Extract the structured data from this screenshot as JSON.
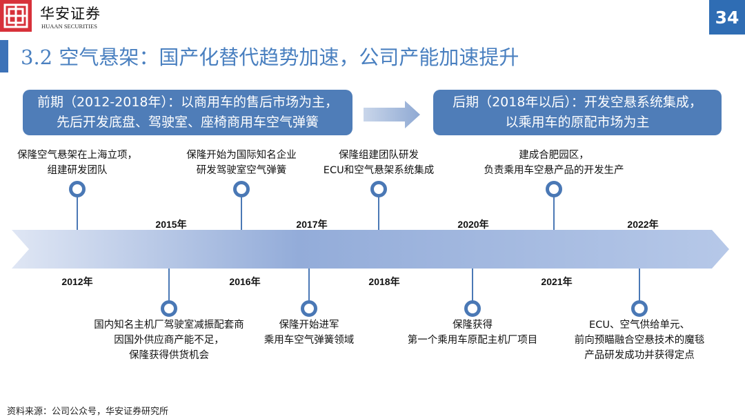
{
  "header": {
    "logo_cn": "华安证券",
    "logo_en": "HUAAN SECURITIES",
    "page_number": "34"
  },
  "title": "3.2 空气悬架：国产化替代趋势加速，公司产能加速提升",
  "phases": [
    {
      "line1": "前期（2012-2018年）：以商用车的售后市场为主，",
      "line2": "先后开发底盘、驾驶室、座椅商用车空气弹簧"
    },
    {
      "line1": "后期（2018年以后）：开发空悬系统集成，",
      "line2": "以乘用车的原配市场为主"
    }
  ],
  "top_events": [
    {
      "lines": [
        "保隆空气悬架在上海立项，",
        "组建研发团队"
      ]
    },
    {
      "lines": [
        "保隆开始为国际知名企业",
        "研发驾驶室空气弹簧"
      ]
    },
    {
      "lines": [
        "保隆组建团队研发",
        "ECU和空气悬架系统集成"
      ]
    },
    {
      "lines": [
        "建成合肥园区，",
        "负责乘用车空悬产品的开发生产"
      ]
    }
  ],
  "bottom_events": [
    {
      "lines": [
        "国内知名主机厂驾驶室减振配套商",
        "因国外供应商产能不足，",
        "保隆获得供货机会"
      ]
    },
    {
      "lines": [
        "保隆开始进军",
        "乘用车空气弹簧领域"
      ]
    },
    {
      "lines": [
        "保隆获得",
        "第一个乘用车原配主机厂项目"
      ]
    },
    {
      "lines": [
        "ECU、空气供给单元、",
        "前向预瞄融合空悬技术的魔毯",
        "产品研发成功并获得定点"
      ]
    }
  ],
  "years_above": [
    "2015年",
    "2017年",
    "2020年",
    "2022年"
  ],
  "years_below": [
    "2012年",
    "2016年",
    "2018年",
    "2021年"
  ],
  "footer": "资料来源：公司公众号，华安证券研究所",
  "colors": {
    "accent": "#4f7db8",
    "logo_red": "#d7313a",
    "page_box": "#2f6db4"
  }
}
